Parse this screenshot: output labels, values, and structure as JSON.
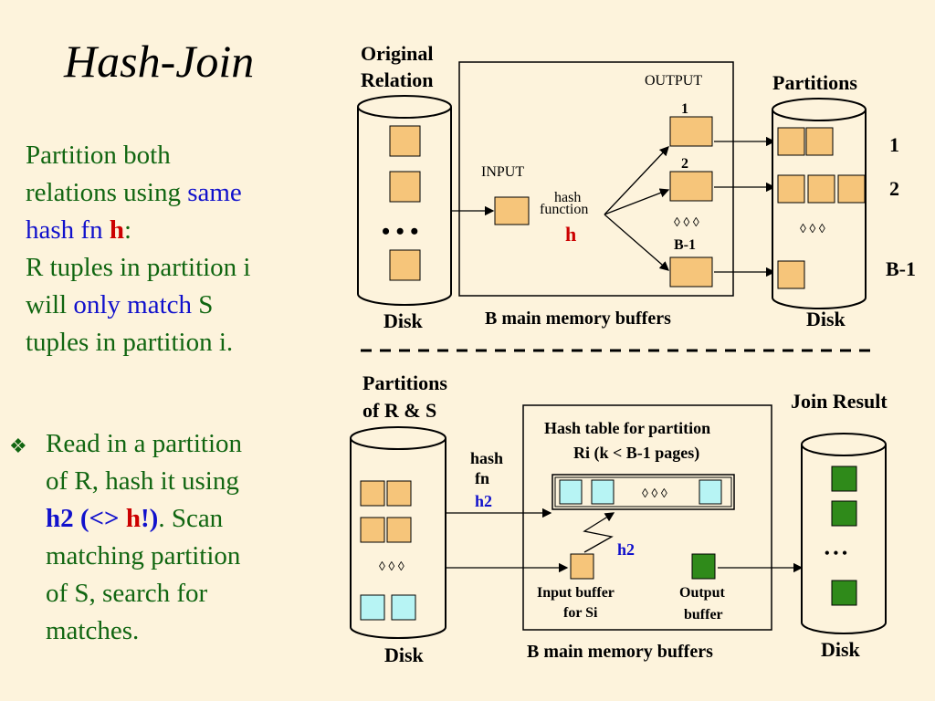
{
  "title": "Hash-Join",
  "para1": {
    "t1": "Partition both",
    "t2a": "relations using ",
    "t2b": "same",
    "t3a": "hash fn ",
    "t3b": "h",
    "t3c": ":",
    "t4": "R tuples in partition i",
    "t5a": "will ",
    "t5b": "only match",
    "t5c": " S",
    "t6": "tuples in partition i."
  },
  "para2": {
    "bullet": "❖",
    "t1": "Read in a partition",
    "t2": "of R, hash it using",
    "t3a": "h2 (<> ",
    "t3b": "h",
    "t3c": "!)",
    "t3d": ". Scan",
    "t4": "matching partition",
    "t5": "of S, search for",
    "t6": "matches."
  },
  "top_diagram": {
    "original_relation_1": "Original",
    "original_relation_2": "Relation",
    "output": "OUTPUT",
    "partitions": "Partitions",
    "input": "INPUT",
    "hash": "hash",
    "function": "function",
    "h": "h",
    "num1": "1",
    "num2": "2",
    "bm1": "B-1",
    "dots": "• • •",
    "small_dots": "◊ ◊ ◊",
    "right_1": "1",
    "right_2": "2",
    "right_bm1": "B-1",
    "disk_left": "Disk",
    "buffers": "B main memory buffers",
    "disk_right": "Disk"
  },
  "bottom_diagram": {
    "partitions_1": "Partitions",
    "partitions_2": "of R & S",
    "join_result": "Join Result",
    "hash_table_1": "Hash table for partition",
    "hash_table_2": "Ri (k < B-1 pages)",
    "hash": "hash",
    "fn": "fn",
    "h2": "h2",
    "h2_inner": "h2",
    "small_dots": "◊ ◊ ◊",
    "input_buffer_1": "Input buffer",
    "input_buffer_2": "for Si",
    "output_buffer_1": "Output",
    "output_buffer_2": "buffer",
    "disk_left": "Disk",
    "buffers": "B main memory buffers",
    "disk_right": "Disk"
  },
  "colors": {
    "background": "#fdf3dc",
    "orange_block": "#f6c57a",
    "cyan_block": "#b7f4f4",
    "green_block": "#2f8a1a",
    "text_green": "#116611",
    "text_blue": "#1111cc",
    "text_red": "#cc0000"
  }
}
